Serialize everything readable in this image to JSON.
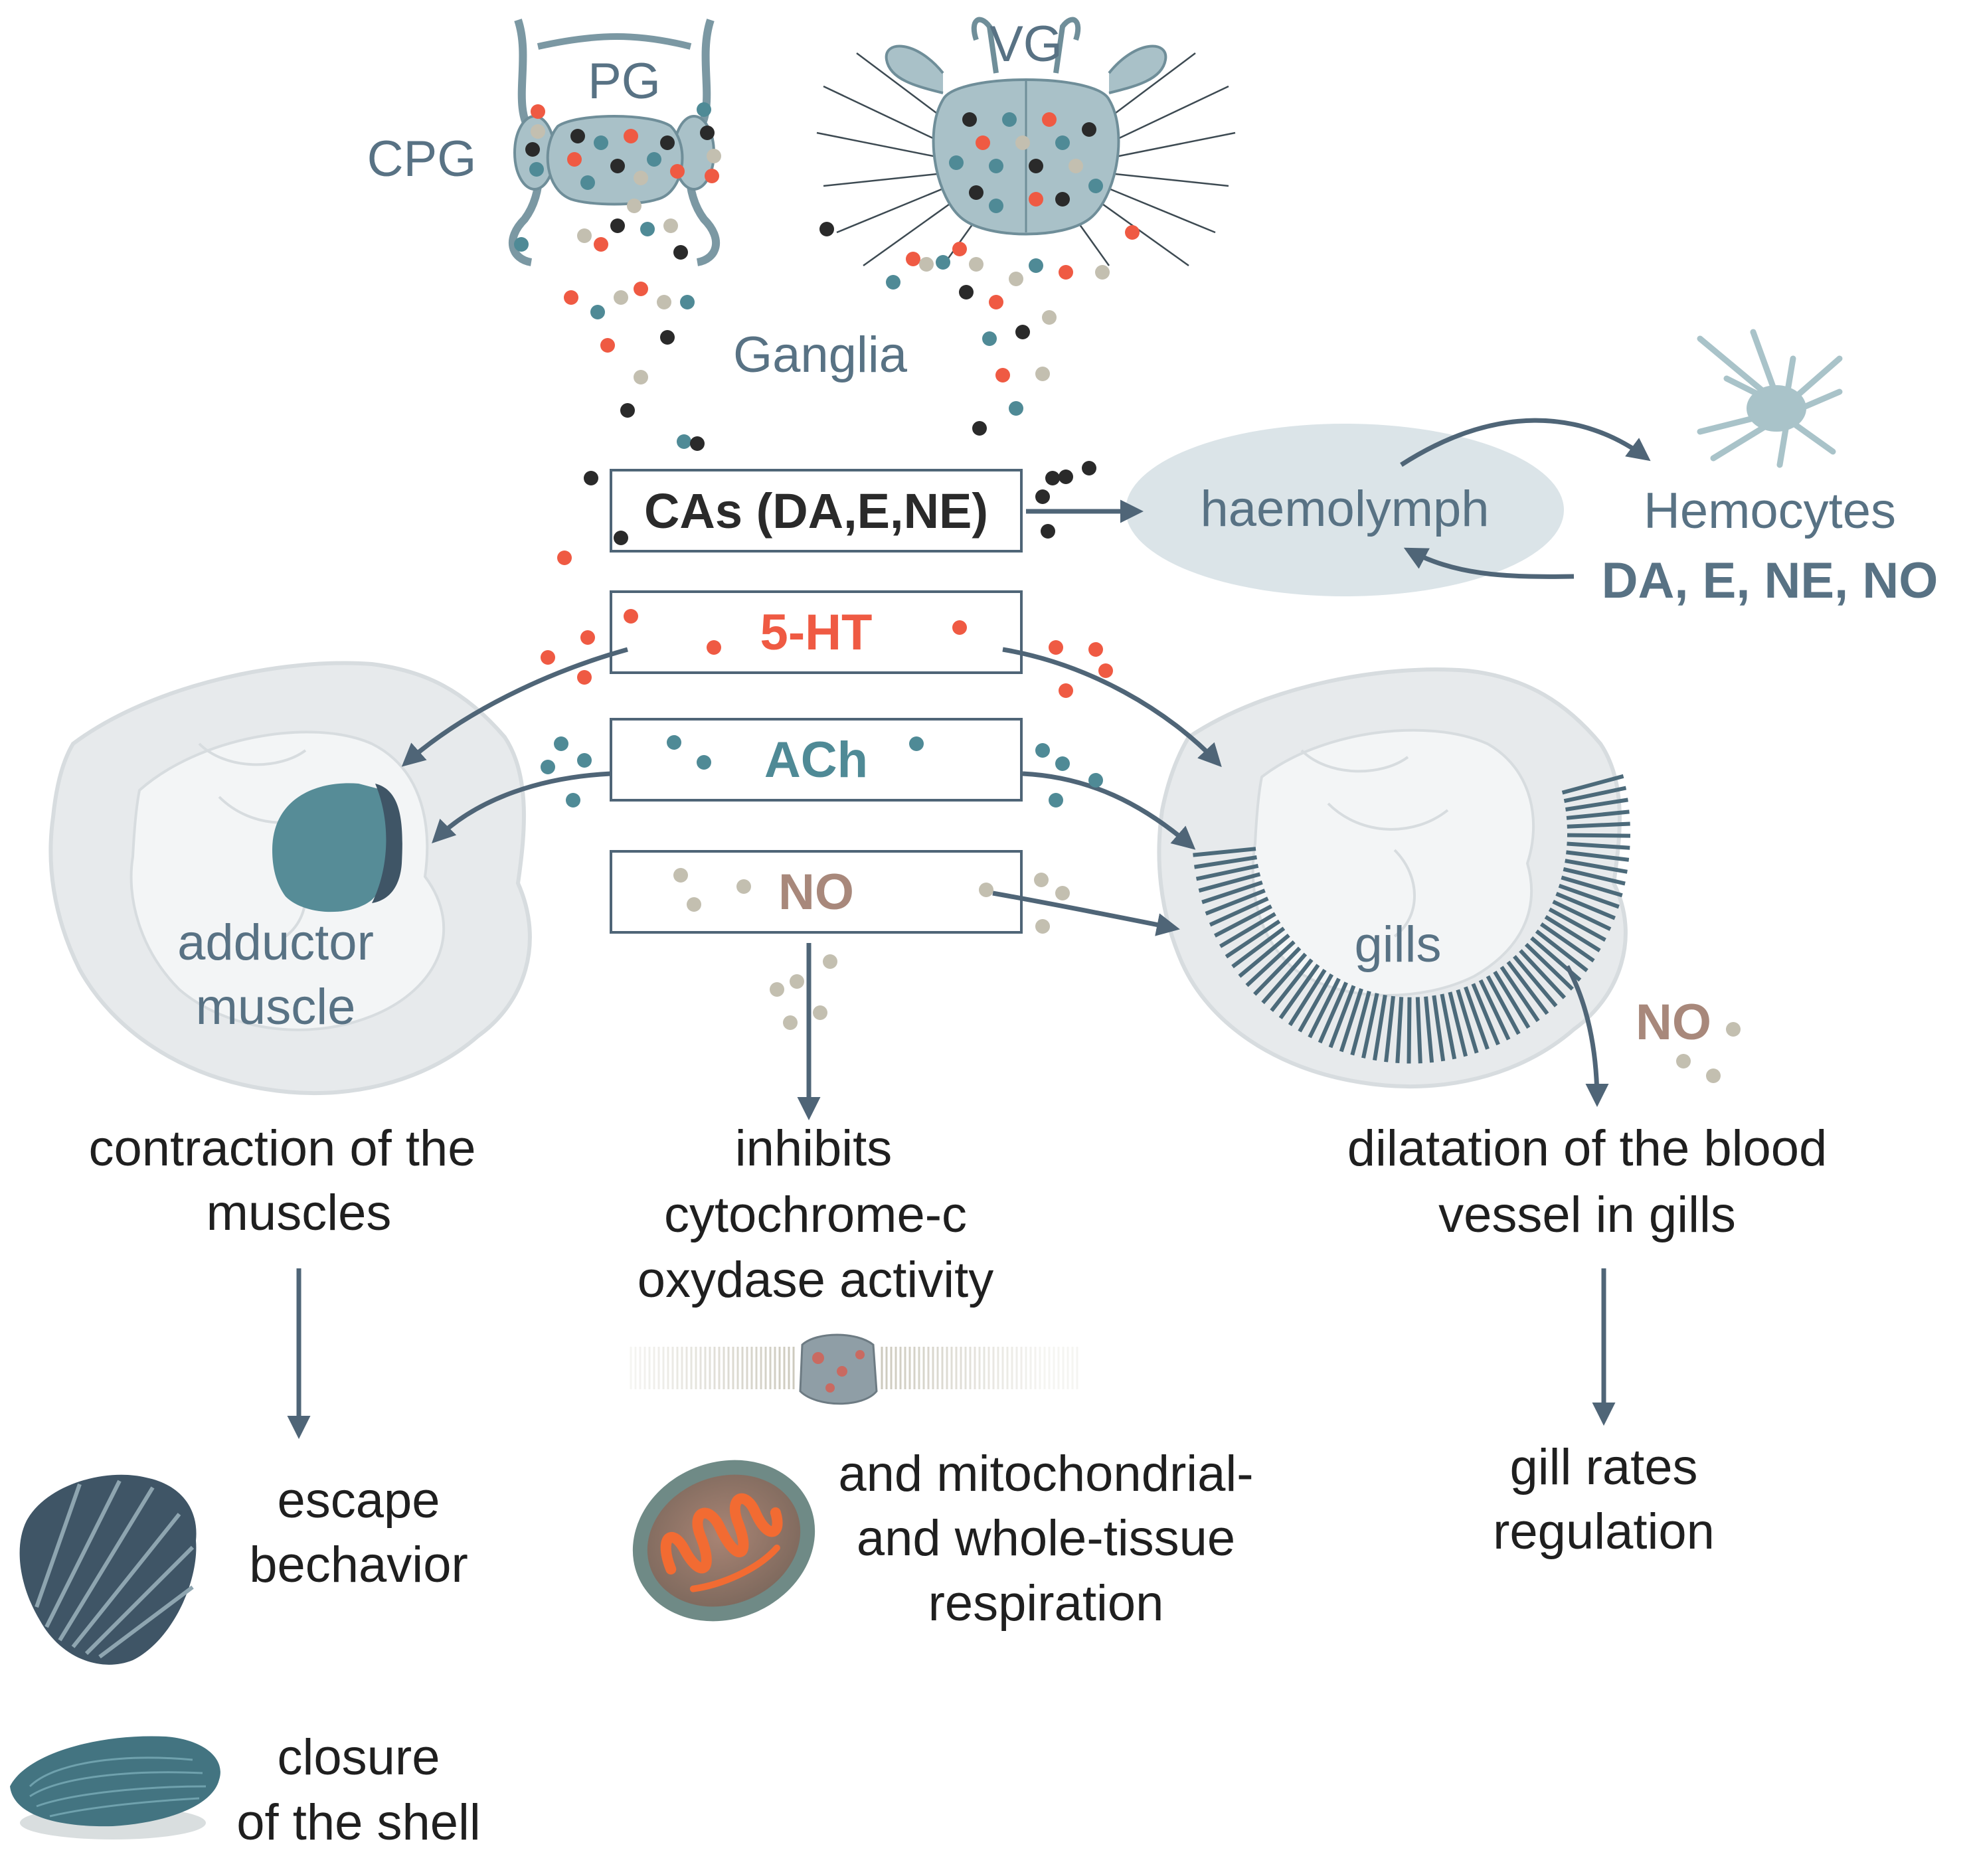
{
  "ganglia": {
    "pg_label": "PG",
    "vg_label": "VG",
    "cpg_label": "CPG",
    "caption": "Ganglia"
  },
  "transmitters": {
    "cas": "CAs (DA,E,NE)",
    "serotonin": "5-HT",
    "ach": "ACh",
    "no": "NO"
  },
  "haemolymph": {
    "label": "haemolymph",
    "hemocytes_label": "Hemocytes",
    "hemocytes_products": "DA, E, NE, NO"
  },
  "organs": {
    "adductor_line1": "adductor",
    "adductor_line2": "muscle",
    "gills": "gills",
    "gills_no": "NO"
  },
  "effects": {
    "contraction_line1": "contraction of the",
    "contraction_line2": "muscles",
    "inhibits_line1": "inhibits",
    "inhibits_line2": "cytochrome-c",
    "inhibits_line3": "oxydase activity",
    "dilatation_line1": "dilatation of the blood",
    "dilatation_line2": "vessel in gills"
  },
  "outcomes": {
    "escape_line1": "escape",
    "escape_line2": "bechavior",
    "closure_line1": "closure",
    "closure_line2": "of the shell",
    "respiration_line1": "and mitochondrial-",
    "respiration_line2": "and whole-tissue",
    "respiration_line3": "respiration",
    "gill_rates_line1": "gill rates",
    "gill_rates_line2": "regulation"
  },
  "colors": {
    "slate": "#587284",
    "arrow": "#4f6577",
    "teal": "#4f8a96",
    "red": "#ef5a43",
    "dark": "#2a2a2a",
    "beige": "#c3bfb0",
    "no_text": "#a8887b",
    "shell": "#e8ebed",
    "haemolymph_fill": "#dbe4e8"
  }
}
